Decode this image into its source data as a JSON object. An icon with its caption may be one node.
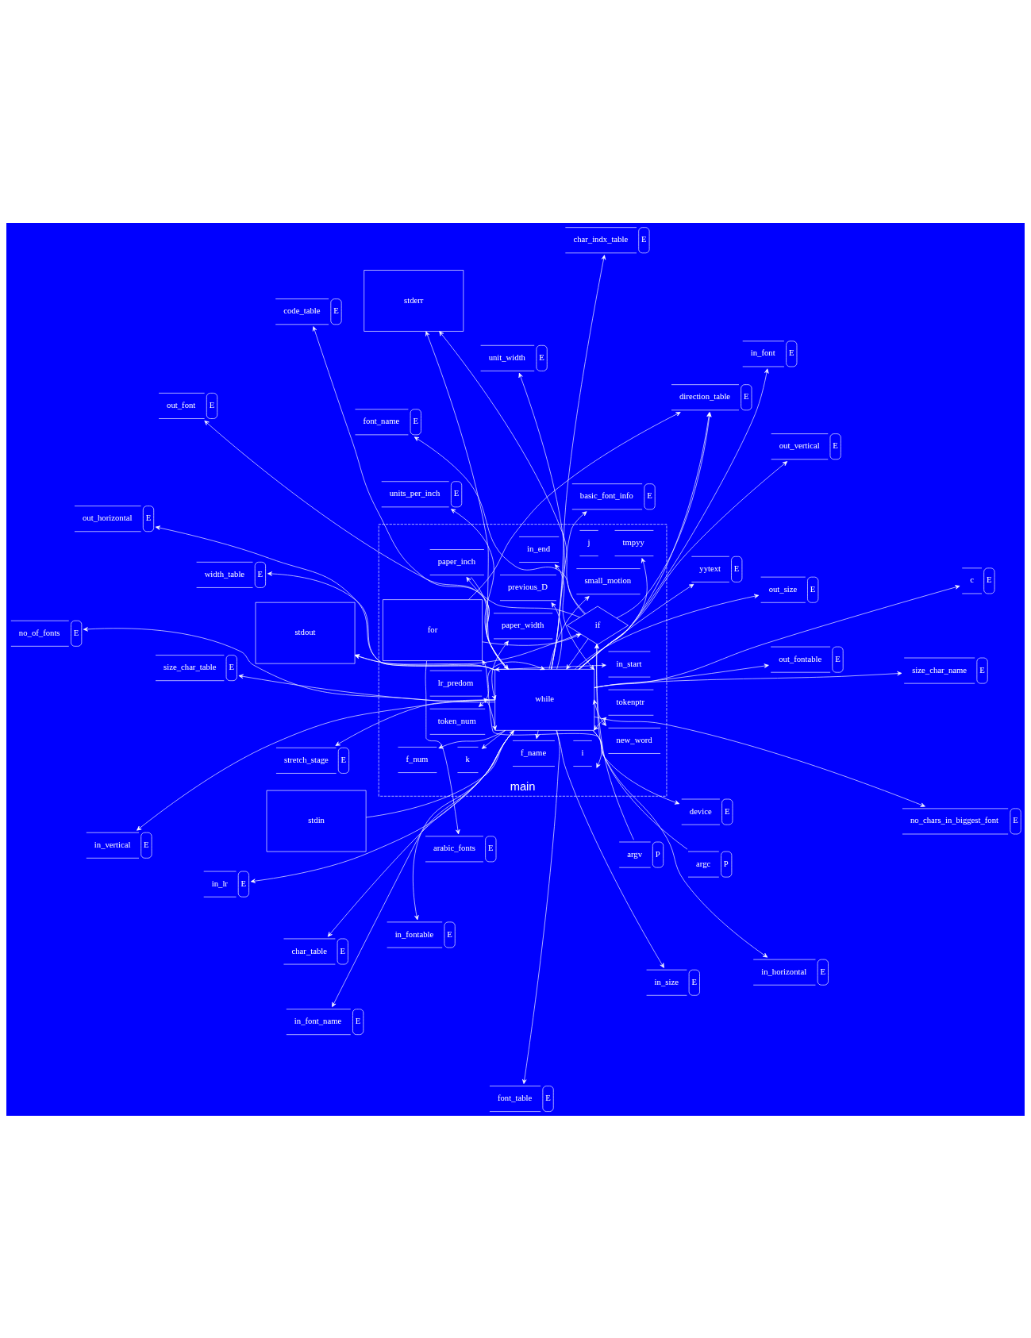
{
  "diagram": {
    "nodes": [
      {
        "text": [
          "font_name",
          "E"
        ]
      },
      {
        "text": [
          "argc",
          "P"
        ]
      },
      {
        "text": [
          "argv",
          "P"
        ]
      },
      {
        "text": [
          "direction_table",
          "E"
        ]
      },
      {
        "text": [
          "arabic_fonts",
          "E"
        ]
      },
      {
        "text": [
          "stretch_stage",
          "E"
        ]
      },
      {
        "text": [
          "main"
        ]
      },
      {
        "text": [
          "j"
        ],
        "in": 6
      },
      {
        "text": [
          "i"
        ],
        "in": 6
      },
      {
        "text": [
          "for"
        ],
        "in": 6
      },
      {
        "text": [
          "if"
        ],
        "in": 6
      },
      {
        "text": [
          "paper_inch"
        ],
        "in": 6
      },
      {
        "text": [
          "lr_predom"
        ],
        "in": 6
      },
      {
        "text": [
          "paper_width"
        ],
        "in": 6
      },
      {
        "text": [
          "in_start"
        ],
        "in": 6
      },
      {
        "text": [
          "token_num"
        ],
        "in": 6
      },
      {
        "text": [
          "in_end"
        ],
        "in": 6
      },
      {
        "text": [
          "while"
        ],
        "in": 6
      },
      {
        "text": [
          "new_word"
        ],
        "in": 6
      },
      {
        "text": [
          "tokenptr"
        ],
        "in": 6
      },
      {
        "text": [
          "previous_D"
        ],
        "in": 6
      },
      {
        "text": [
          "tmpyy"
        ],
        "in": 6
      },
      {
        "text": [
          "small_motion"
        ],
        "in": 6
      },
      {
        "text": [
          "f_name"
        ],
        "in": 6
      },
      {
        "text": [
          "f_num"
        ],
        "in": 6
      },
      {
        "text": [
          "k"
        ],
        "in": 6
      },
      {
        "text": [
          "no_of_fonts",
          "E"
        ]
      },
      {
        "text": [
          "size_char_name",
          "E"
        ]
      },
      {
        "text": [
          "size_char_table",
          "E"
        ]
      },
      {
        "text": [
          "char_table",
          "E"
        ]
      },
      {
        "text": [
          "char_indx_table",
          "E"
        ]
      },
      {
        "text": [
          "width_table",
          "E"
        ]
      },
      {
        "text": [
          "unit_width",
          "E"
        ]
      },
      {
        "text": [
          "units_per_inch",
          "E"
        ]
      },
      {
        "text": [
          "basic_font_info",
          "E"
        ]
      },
      {
        "text": [
          "code_table",
          "E"
        ]
      },
      {
        "text": [
          "font_table",
          "E"
        ]
      },
      {
        "text": [
          "out_font",
          "E"
        ]
      },
      {
        "text": [
          "stderr"
        ]
      },
      {
        "text": [
          "stdout"
        ]
      },
      {
        "text": [
          "yytext",
          "E"
        ]
      },
      {
        "text": [
          "in_font",
          "E"
        ]
      },
      {
        "text": [
          "in_size",
          "E"
        ]
      },
      {
        "text": [
          "in_horizontal",
          "E"
        ]
      },
      {
        "text": [
          "in_vertical",
          "E"
        ]
      },
      {
        "text": [
          "in_font_name",
          "E"
        ]
      },
      {
        "text": [
          "in_lr",
          "E"
        ]
      },
      {
        "text": [
          "in_fontable",
          "E"
        ]
      },
      {
        "text": [
          "device",
          "E"
        ]
      },
      {
        "text": [
          "c",
          "E"
        ]
      },
      {
        "text": [
          "stdin"
        ]
      },
      {
        "text": [
          "out_size",
          "E"
        ]
      },
      {
        "text": [
          "no_chars_in_biggest_font",
          "E"
        ]
      },
      {
        "text": [
          "out_horizontal",
          "E"
        ]
      },
      {
        "text": [
          "out_vertical",
          "E"
        ]
      },
      {
        "text": [
          "out_fontable",
          "E"
        ]
      }
    ],
    "edges": [
      {
        "from": 10,
        "to": 0,
        "arrow": "to"
      },
      {
        "from": 1,
        "to": 10,
        "arrow": "to"
      },
      {
        "from": 2,
        "to": 10,
        "arrow": "to"
      },
      {
        "from": 8,
        "to": 9,
        "arrow": "both"
      },
      {
        "from": 9,
        "to": 3,
        "arrow": "to"
      },
      {
        "from": 9,
        "to": 4,
        "arrow": "to"
      },
      {
        "from": 9,
        "to": 10,
        "arrow": "to"
      },
      {
        "from": 10,
        "to": 11,
        "arrow": "to"
      },
      {
        "from": 10,
        "to": 17,
        "arrow": "to"
      },
      {
        "from": 10,
        "to": 3,
        "arrow": "to"
      },
      {
        "from": 10,
        "to": 38,
        "arrow": "to"
      },
      {
        "from": 10,
        "to": 39,
        "arrow": "to"
      },
      {
        "from": 11,
        "to": 17,
        "arrow": "to"
      },
      {
        "from": 17,
        "to": 12,
        "arrow": "both"
      },
      {
        "from": 17,
        "to": 13,
        "arrow": "both"
      },
      {
        "from": 17,
        "to": 14,
        "arrow": "both"
      },
      {
        "from": 17,
        "to": 15,
        "arrow": "both"
      },
      {
        "from": 17,
        "to": 16,
        "arrow": "both"
      },
      {
        "from": 17,
        "to": 18,
        "arrow": "both"
      },
      {
        "from": 17,
        "to": 19,
        "arrow": "both"
      },
      {
        "from": 17,
        "to": 20,
        "arrow": "to"
      },
      {
        "from": 17,
        "to": 21,
        "arrow": "to"
      },
      {
        "from": 17,
        "to": 22,
        "arrow": "to"
      },
      {
        "from": 17,
        "to": 23,
        "arrow": "to"
      },
      {
        "from": 17,
        "to": 24,
        "arrow": "to"
      },
      {
        "from": 17,
        "to": 25,
        "arrow": "to"
      },
      {
        "from": 17,
        "to": 3,
        "arrow": "to"
      },
      {
        "from": 17,
        "to": 5,
        "arrow": "to"
      },
      {
        "from": 17,
        "to": 26,
        "arrow": "to"
      },
      {
        "from": 17,
        "to": 27,
        "arrow": "to"
      },
      {
        "from": 17,
        "to": 28,
        "arrow": "to"
      },
      {
        "from": 17,
        "to": 29,
        "arrow": "to"
      },
      {
        "from": 17,
        "to": 30,
        "arrow": "to"
      },
      {
        "from": 17,
        "to": 31,
        "arrow": "to"
      },
      {
        "from": 17,
        "to": 32,
        "arrow": "to"
      },
      {
        "from": 17,
        "to": 33,
        "arrow": "to"
      },
      {
        "from": 17,
        "to": 34,
        "arrow": "to"
      },
      {
        "from": 17,
        "to": 35,
        "arrow": "to"
      },
      {
        "from": 17,
        "to": 36,
        "arrow": "to"
      },
      {
        "from": 17,
        "to": 37,
        "arrow": "to"
      },
      {
        "from": 17,
        "to": 38,
        "arrow": "to"
      },
      {
        "from": 17,
        "to": 39,
        "arrow": "to"
      },
      {
        "from": 17,
        "to": 40,
        "arrow": "to"
      },
      {
        "from": 17,
        "to": 41,
        "arrow": "to"
      },
      {
        "from": 17,
        "to": 42,
        "arrow": "to"
      },
      {
        "from": 17,
        "to": 43,
        "arrow": "to"
      },
      {
        "from": 17,
        "to": 44,
        "arrow": "to"
      },
      {
        "from": 17,
        "to": 45,
        "arrow": "to"
      },
      {
        "from": 17,
        "to": 46,
        "arrow": "to"
      },
      {
        "from": 17,
        "to": 47,
        "arrow": "to"
      },
      {
        "from": 17,
        "to": 48,
        "arrow": "to"
      },
      {
        "from": 17,
        "to": 49,
        "arrow": "to"
      },
      {
        "from": 50,
        "to": 17,
        "arrow": "to"
      },
      {
        "from": 17,
        "to": 51,
        "arrow": "to"
      },
      {
        "from": 17,
        "to": 52,
        "arrow": "to"
      },
      {
        "from": 17,
        "to": 53,
        "arrow": "to"
      },
      {
        "from": 17,
        "to": 54,
        "arrow": "to"
      },
      {
        "from": 17,
        "to": 55,
        "arrow": "to"
      }
    ]
  }
}
